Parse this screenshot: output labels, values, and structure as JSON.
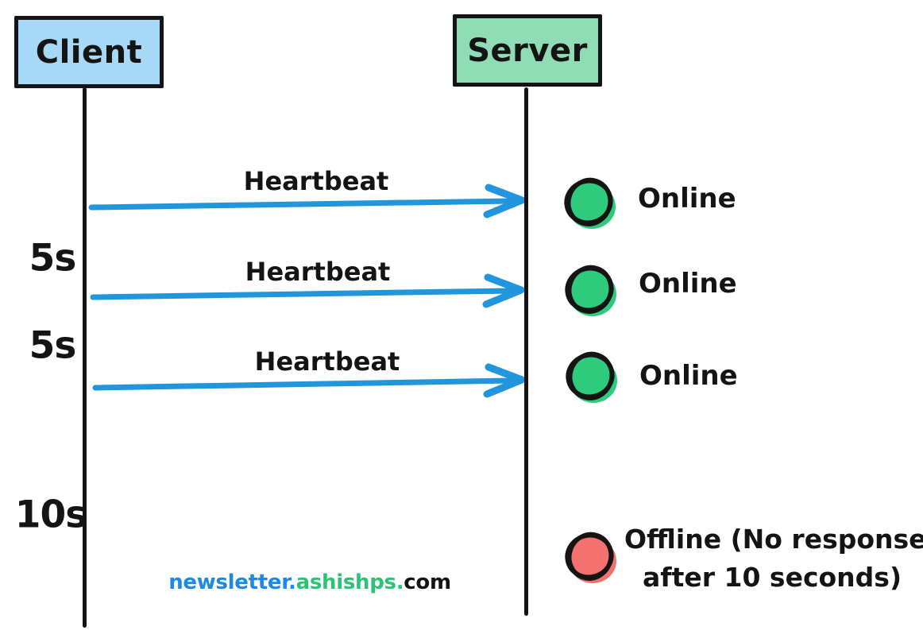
{
  "diagram": {
    "type": "sequence-diagram",
    "actors": {
      "client": {
        "label": "Client",
        "fill_color": "#a7d8f6"
      },
      "server": {
        "label": "Server",
        "fill_color": "#8fdcb5"
      }
    },
    "messages": [
      {
        "label": "Heartbeat",
        "from": "Client",
        "to": "Server",
        "status": "Online"
      },
      {
        "label": "Heartbeat",
        "from": "Client",
        "to": "Server",
        "status": "Online"
      },
      {
        "label": "Heartbeat",
        "from": "Client",
        "to": "Server",
        "status": "Online"
      }
    ],
    "intervals": [
      "5s",
      "5s",
      "10s"
    ],
    "timeout": {
      "status_line1": "Offline (No response",
      "status_line2": "after 10 seconds)"
    },
    "colors": {
      "ink": "#141414",
      "arrow_blue": "#2196dd",
      "online_green": "#2ecb7d",
      "offline_red": "#f47170",
      "client_fill": "#a7d8f6",
      "server_fill": "#8fdcb5"
    },
    "footer": {
      "segments": [
        {
          "text": "newsletter",
          "color": "#1e88e5"
        },
        {
          "text": ".",
          "color": "#1e88e5"
        },
        {
          "text": "ashishps",
          "color": "#2bc476"
        },
        {
          "text": ".",
          "color": "#2bc476"
        },
        {
          "text": "com",
          "color": "#141414"
        }
      ]
    }
  }
}
